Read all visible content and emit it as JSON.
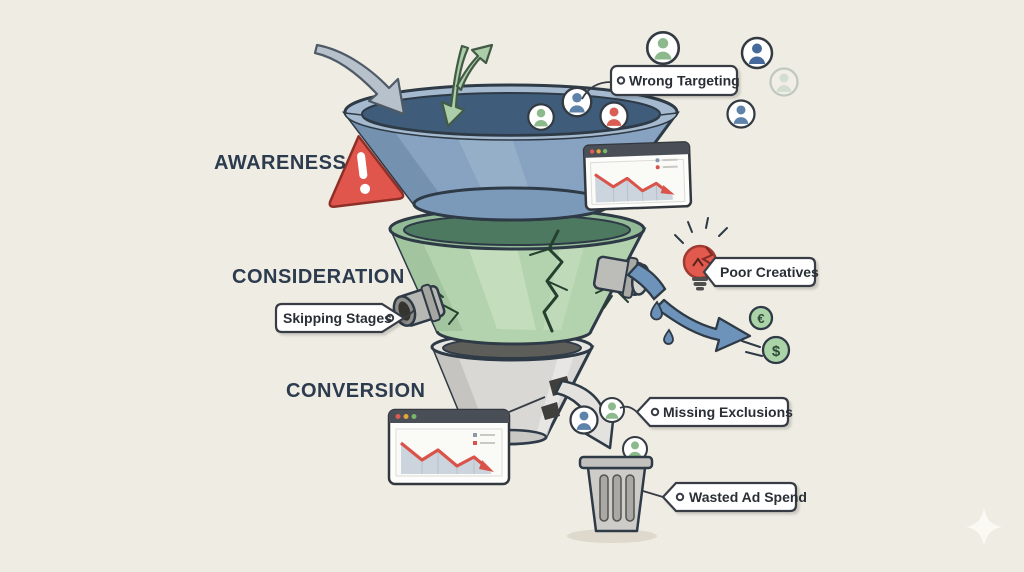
{
  "canvas": {
    "background": "#efece3"
  },
  "stages": [
    {
      "id": "awareness",
      "label": "AWARENESS"
    },
    {
      "id": "consideration",
      "label": "CONSIDERATION"
    },
    {
      "id": "conversion",
      "label": "CONVERSION"
    }
  ],
  "callouts": {
    "wrong_targeting": {
      "label": "Wrong Targeting"
    },
    "poor_creatives": {
      "label": "Poor Creatives"
    },
    "skipping_stages": {
      "label": "Skipping Stages"
    },
    "missing_exclusions": {
      "label": "Missing Exclusions"
    },
    "wasted_ad_spend": {
      "label": "Wasted Ad Spend"
    }
  },
  "coins": {
    "euro": "€",
    "dollar": "$"
  },
  "colors": {
    "funnel_awareness_blue": "#87a3c1",
    "funnel_consideration_green": "#b3d2ae",
    "funnel_conversion_gray": "#d9d8d5",
    "alert_red": "#e0564c",
    "declining_chart_red": "#d9534a",
    "leak_arrow_blue": "#6e93bb",
    "label_navy": "#2c3b4e",
    "coin_green": "#abd3a8"
  },
  "icons": [
    "warning-triangle-icon",
    "person-icon",
    "browser-declining-chart-icon",
    "broken-lightbulb-icon",
    "leak-pipe-icon",
    "euro-coin-icon",
    "dollar-coin-icon",
    "water-drop-icon",
    "trash-can-icon",
    "sparkle-icon",
    "inflow-arrow-icon",
    "bounce-arrow-icon",
    "leak-arrow-icon",
    "waste-arrow-icon"
  ]
}
